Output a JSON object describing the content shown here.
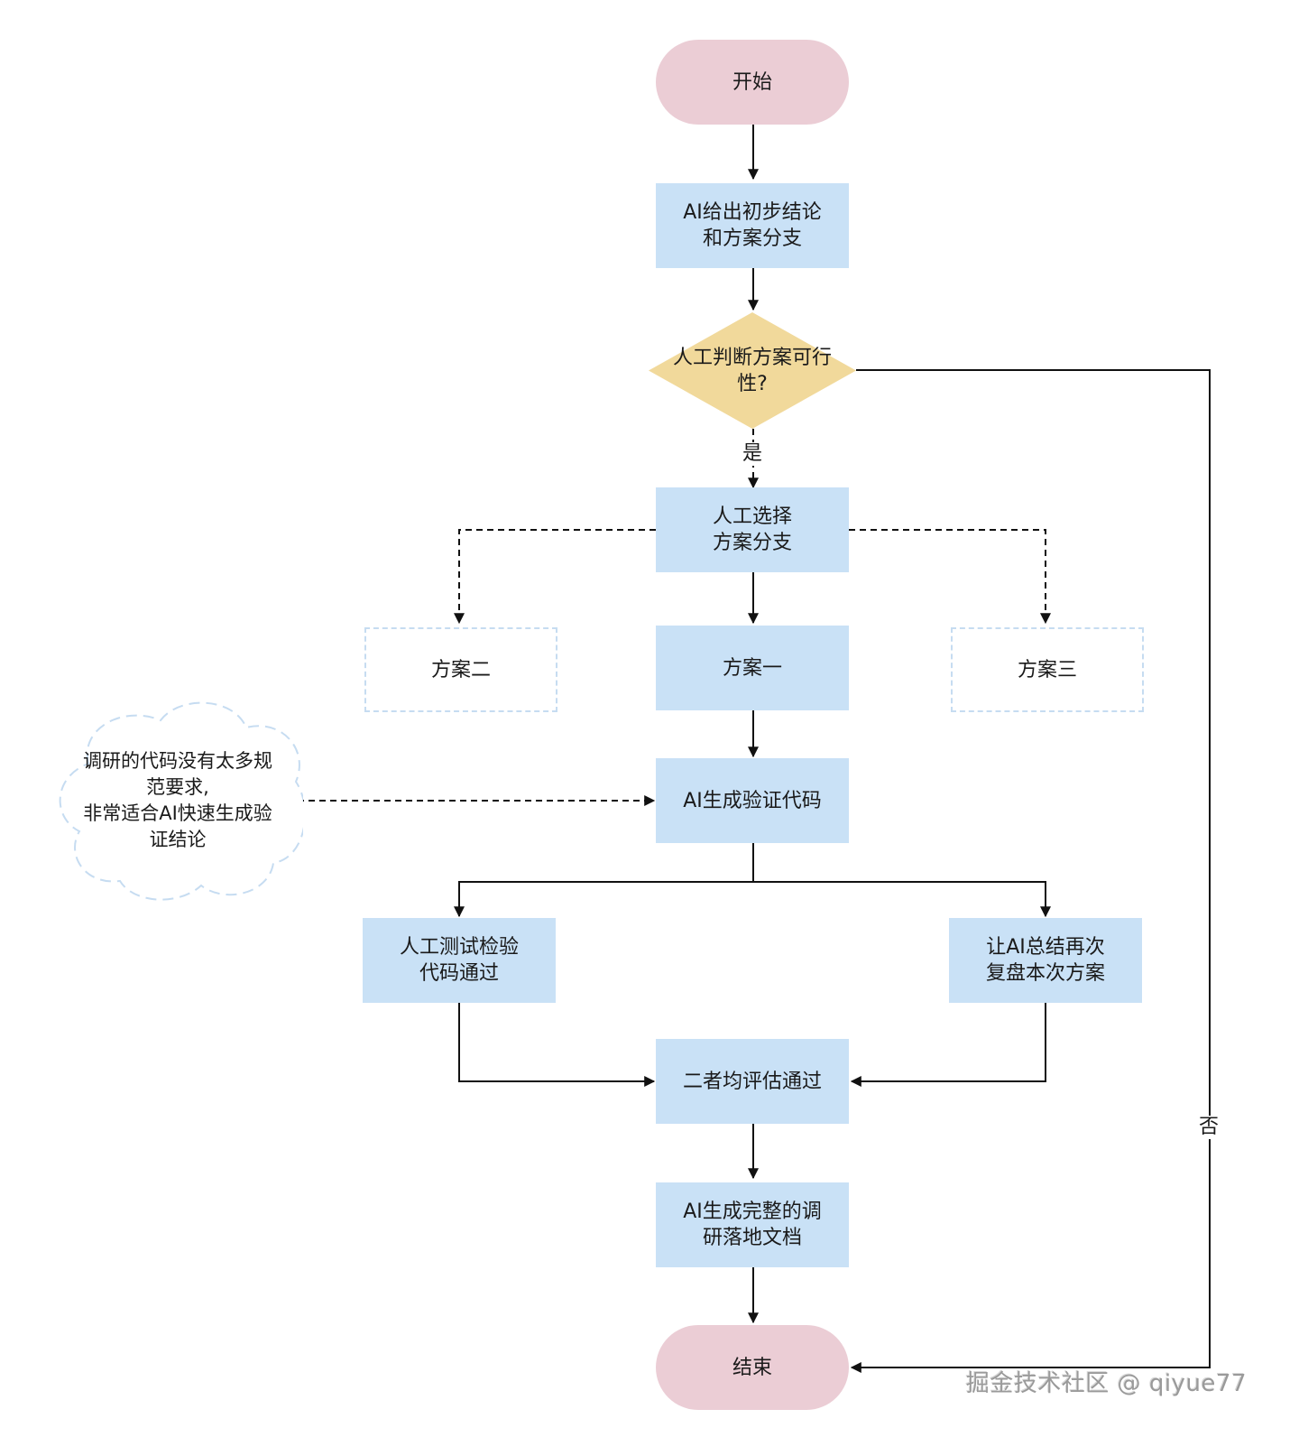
{
  "diagram": {
    "type": "flowchart",
    "colors": {
      "process_fill": "#c9e1f6",
      "terminal_fill": "#ebcdd5",
      "decision_fill": "#f1d99b",
      "option_border": "#c6dcf1",
      "edge": "#111111",
      "watermark": "#9a9a9a"
    },
    "nodes": {
      "start": {
        "label": "开始",
        "shape": "terminal"
      },
      "ai_initial": {
        "label": "AI给出初步结论\n和方案分支",
        "shape": "process"
      },
      "decision": {
        "label": "人工判断方案可行\n性?",
        "shape": "decision"
      },
      "select_branch": {
        "label": "人工选择\n方案分支",
        "shape": "process"
      },
      "option_two": {
        "label": "方案二",
        "shape": "option-dashed"
      },
      "option_one": {
        "label": "方案一",
        "shape": "process"
      },
      "option_three": {
        "label": "方案三",
        "shape": "option-dashed"
      },
      "ai_verify_code": {
        "label": "AI生成验证代码",
        "shape": "process"
      },
      "manual_test": {
        "label": "人工测试检验\n代码通过",
        "shape": "process"
      },
      "ai_review": {
        "label": "让AI总结再次\n复盘本次方案",
        "shape": "process"
      },
      "both_pass": {
        "label": "二者均评估通过",
        "shape": "process"
      },
      "ai_document": {
        "label": "AI生成完整的调\n研落地文档",
        "shape": "process"
      },
      "end": {
        "label": "结束",
        "shape": "terminal"
      }
    },
    "annotation": {
      "label": "调研的代码没有太多规\n范要求,\n非常适合AI快速生成验\n证结论",
      "shape": "cloud-dashed",
      "target": "ai_verify_code"
    },
    "edges": [
      {
        "from": "start",
        "to": "ai_initial",
        "style": "solid"
      },
      {
        "from": "ai_initial",
        "to": "decision",
        "style": "solid"
      },
      {
        "from": "decision",
        "to": "select_branch",
        "style": "dashed",
        "label": "是"
      },
      {
        "from": "decision",
        "to": "end",
        "style": "solid",
        "label": "否"
      },
      {
        "from": "select_branch",
        "to": "option_two",
        "style": "dashed"
      },
      {
        "from": "select_branch",
        "to": "option_one",
        "style": "solid"
      },
      {
        "from": "select_branch",
        "to": "option_three",
        "style": "dashed"
      },
      {
        "from": "option_one",
        "to": "ai_verify_code",
        "style": "solid"
      },
      {
        "from": "annotation",
        "to": "ai_verify_code",
        "style": "dashed"
      },
      {
        "from": "ai_verify_code",
        "to": "manual_test",
        "style": "solid"
      },
      {
        "from": "ai_verify_code",
        "to": "ai_review",
        "style": "solid"
      },
      {
        "from": "manual_test",
        "to": "both_pass",
        "style": "solid"
      },
      {
        "from": "ai_review",
        "to": "both_pass",
        "style": "solid"
      },
      {
        "from": "both_pass",
        "to": "ai_document",
        "style": "solid"
      },
      {
        "from": "ai_document",
        "to": "end",
        "style": "solid"
      }
    ],
    "edge_labels": {
      "yes": "是",
      "no": "否"
    }
  },
  "watermark": "掘金技术社区 @ qiyue77"
}
